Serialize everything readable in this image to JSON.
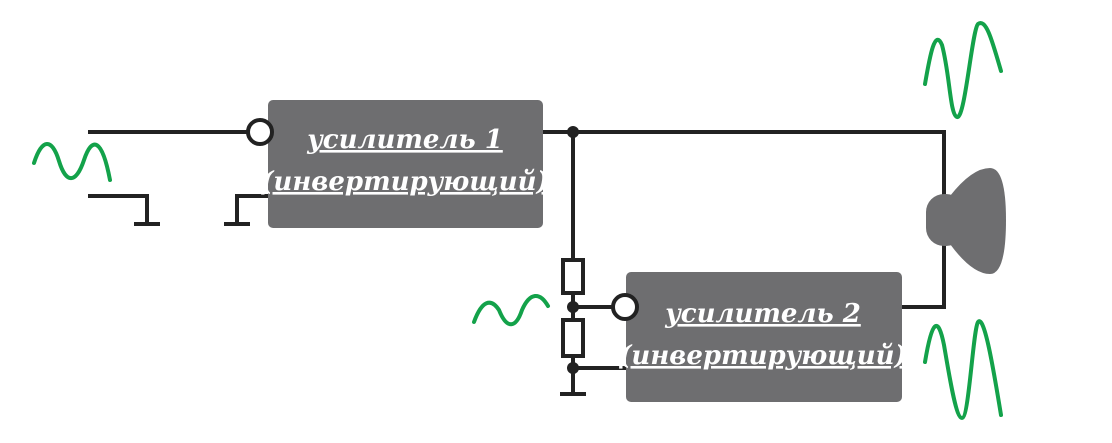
{
  "amplifier1": {
    "title": "усилитель 1",
    "subtitle": "(инвертирующий)"
  },
  "amplifier2": {
    "title": "усилитель 2",
    "subtitle": "(инвертирующий)"
  },
  "colors": {
    "wire": "#222222",
    "block": "#6e6e70",
    "signal": "#13a24a",
    "text": "#ffffff"
  }
}
